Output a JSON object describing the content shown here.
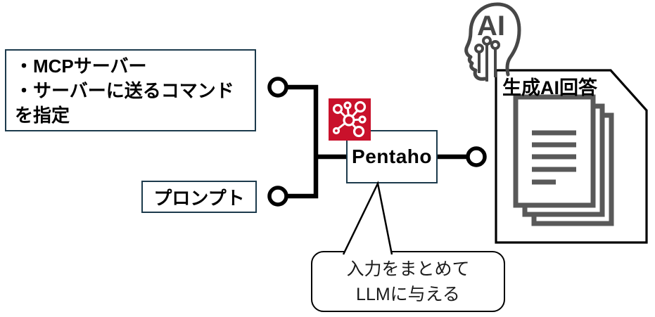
{
  "input_box": {
    "lines": [
      "・MCPサーバー",
      "・サーバーに送るコマンド",
      "を指定"
    ]
  },
  "prompt_box": {
    "label": "プロンプト"
  },
  "pentaho_step": {
    "label": "Pentaho",
    "icon": "network-hub-icon"
  },
  "callout": {
    "lines": [
      "入力をまとめて",
      "LLMに与える"
    ]
  },
  "output_doc": {
    "label": "生成AI回答",
    "icon": "document-stack-icon"
  },
  "ai_head": {
    "label": "AI",
    "icon": "ai-head-icon"
  },
  "colors": {
    "outline_teal": "#1c3a4c",
    "pentaho_red": "#c9112b",
    "doc_gray": "#595959",
    "head_gray": "#474747",
    "connector_black": "#000000"
  }
}
